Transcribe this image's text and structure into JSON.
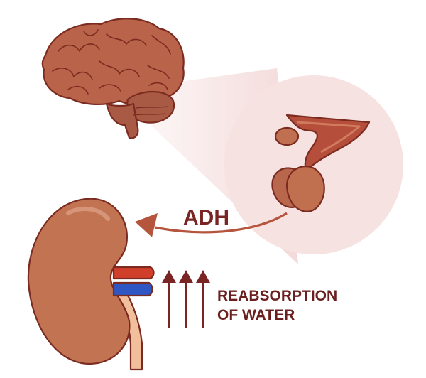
{
  "labels": {
    "hormone": "ADH",
    "process_line1": "REABSORPTION",
    "process_line2": "OF WATER"
  },
  "colors": {
    "outline": "#7b2b20",
    "brain": "#b86148",
    "kidney": "#c07350",
    "pituitary": "#b9644a",
    "zoom_circle": "#f6e3e3",
    "artery": "#d03f2a",
    "vein": "#2e57c4",
    "ureter": "#f1bf9c",
    "arrow_adh": "#b5553d",
    "arrow_water": "#7a2424",
    "text": "#6b1f1f"
  }
}
